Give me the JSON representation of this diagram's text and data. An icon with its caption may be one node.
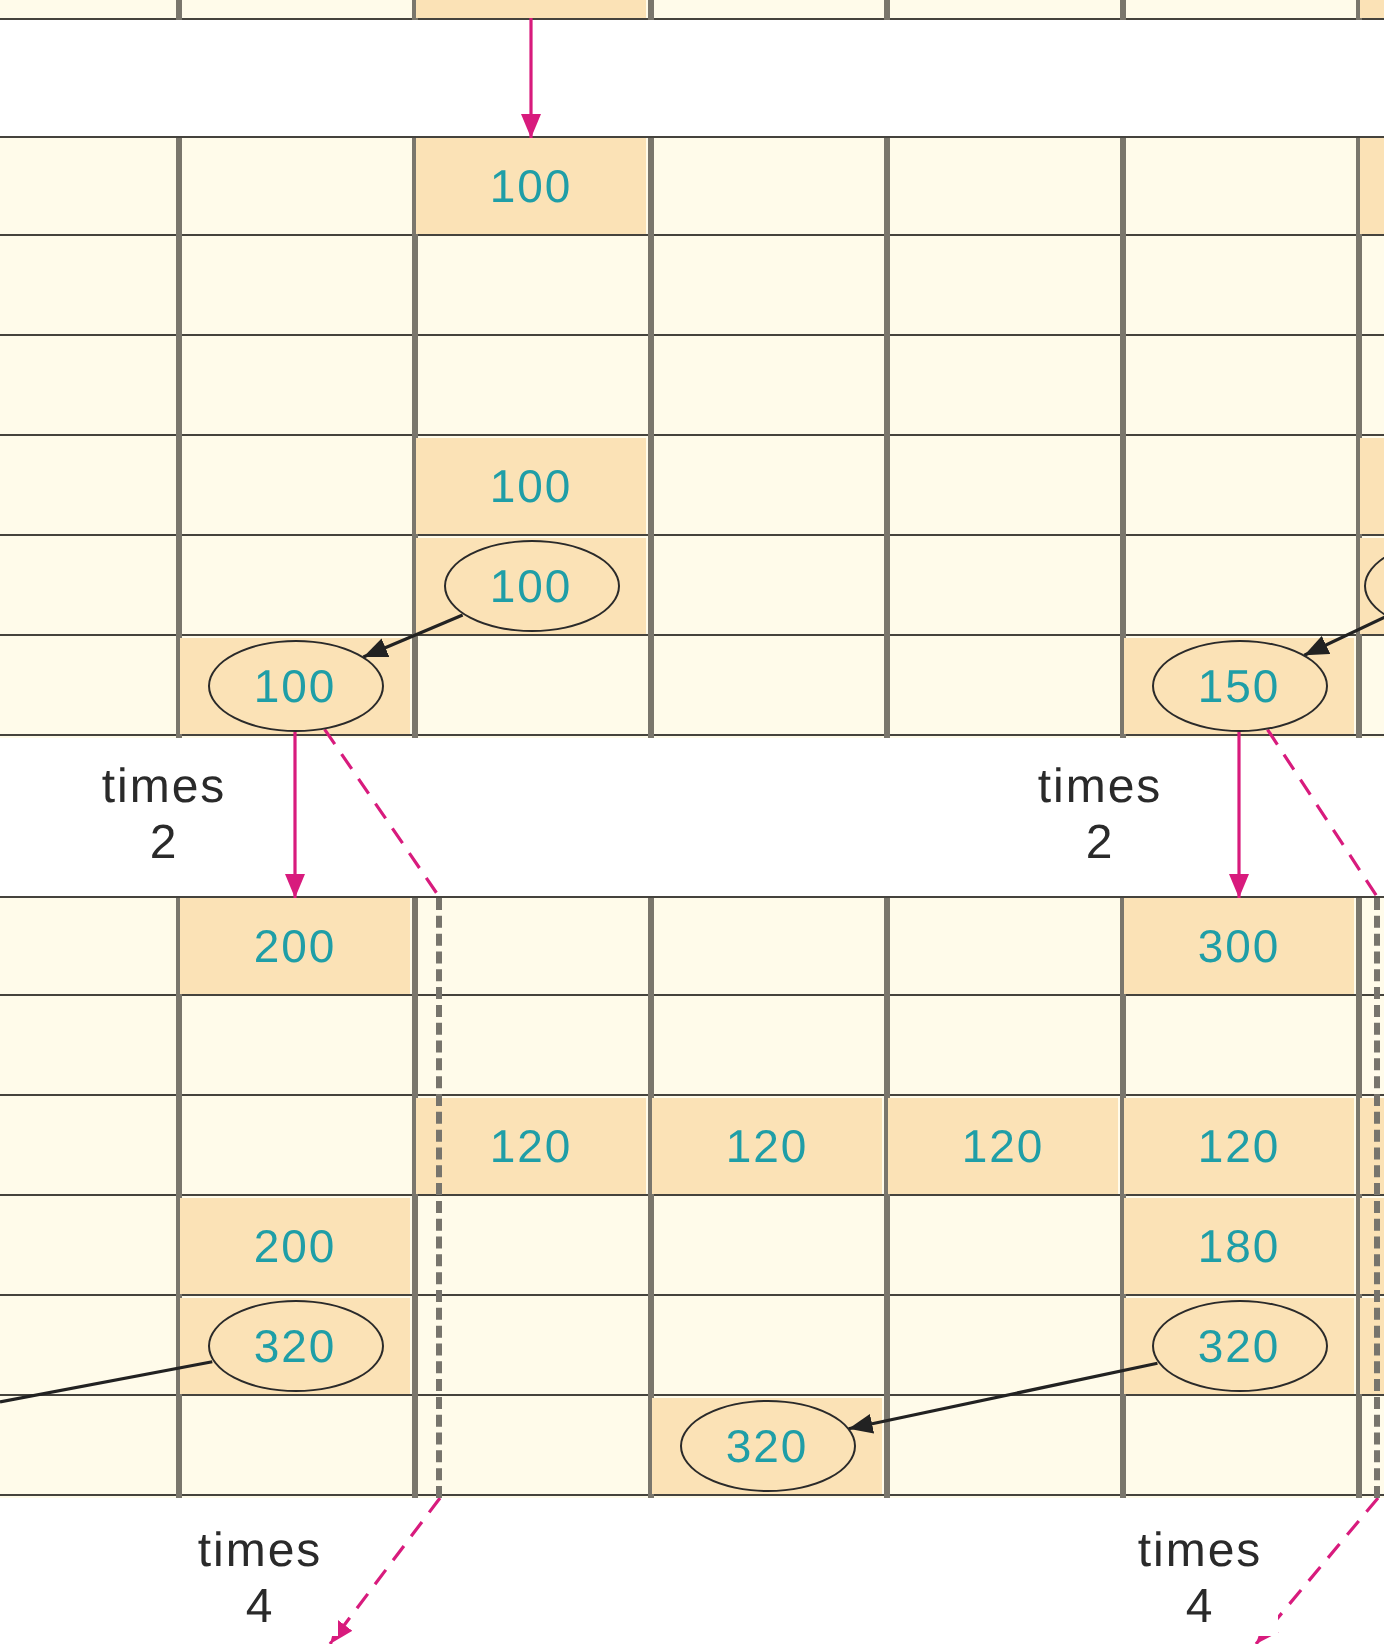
{
  "diagram": {
    "nodes": [
      {
        "text": [],
        "shape": "box"
      },
      {
        "text": [
          "100"
        ]
      },
      {
        "text": [
          "100"
        ]
      },
      {
        "text": [
          "100"
        ]
      },
      {
        "text": [],
        "shape": "circle"
      },
      {
        "text": [
          "100"
        ]
      },
      {
        "text": [
          "150"
        ]
      },
      {
        "text": [
          "200"
        ]
      },
      {
        "text": [
          "300"
        ]
      },
      {
        "text": [
          "120"
        ]
      },
      {
        "text": [
          "120"
        ]
      },
      {
        "text": [
          "120"
        ]
      },
      {
        "text": [
          "120"
        ]
      },
      {
        "text": [
          "200"
        ]
      },
      {
        "text": [
          "180"
        ]
      },
      {
        "text": [
          "320"
        ]
      },
      {
        "text": [
          "320"
        ]
      },
      {
        "text": [
          "320"
        ]
      },
      {
        "text": [],
        "shape": "bar"
      },
      {
        "text": [],
        "shape": "bar"
      }
    ],
    "edges": [
      {
        "from": 0,
        "to": 1,
        "arrow": "to"
      },
      {
        "from": 3,
        "to": 5,
        "arrow": "to",
        "color": "#222222"
      },
      {
        "from": 4,
        "to": 6,
        "arrow": "to",
        "color": "#222222"
      },
      {
        "from": 5,
        "to": 7,
        "arrow": "to",
        "label": "times 2"
      },
      {
        "from": 6,
        "to": 8,
        "arrow": "to",
        "label": "times 2"
      },
      {
        "from": 5,
        "to": 18,
        "arrow": "none",
        "style": "dashed"
      },
      {
        "from": 6,
        "to": 19,
        "arrow": "none",
        "style": "dashed"
      },
      {
        "from": 18,
        "to": null,
        "arrow": "to",
        "style": "dashed",
        "label": "times 4"
      },
      {
        "from": 19,
        "to": null,
        "arrow": "to",
        "style": "dashed",
        "label": "times 4"
      },
      {
        "from": 16,
        "to": 17,
        "arrow": "to",
        "color": "#222222"
      },
      {
        "from": 15,
        "to": null,
        "arrow": "none",
        "color": "#222222"
      }
    ]
  }
}
